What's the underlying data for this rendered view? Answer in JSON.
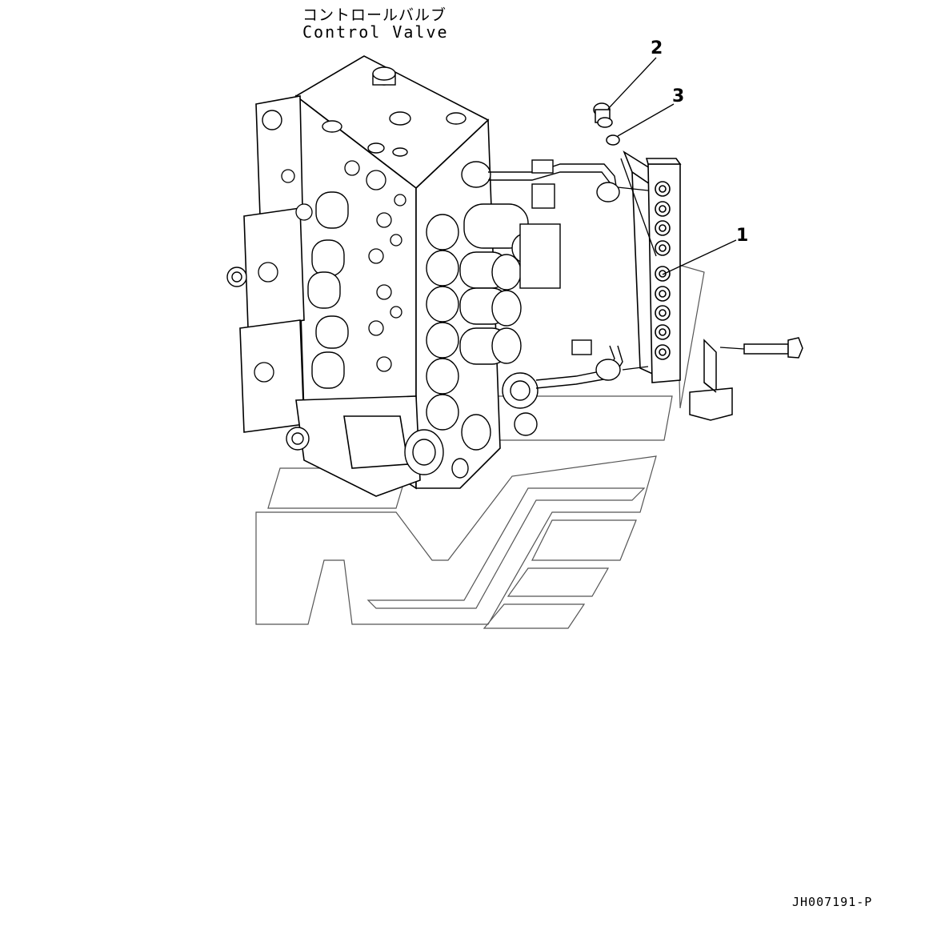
{
  "title": {
    "japanese": "コントロールバルブ",
    "english": "Control Valve"
  },
  "callouts": [
    "1",
    "2",
    "3"
  ],
  "drawing_code": "JH007191-P",
  "colors": {
    "line": "#000000",
    "watermark": "#555555",
    "background": "#ffffff"
  }
}
